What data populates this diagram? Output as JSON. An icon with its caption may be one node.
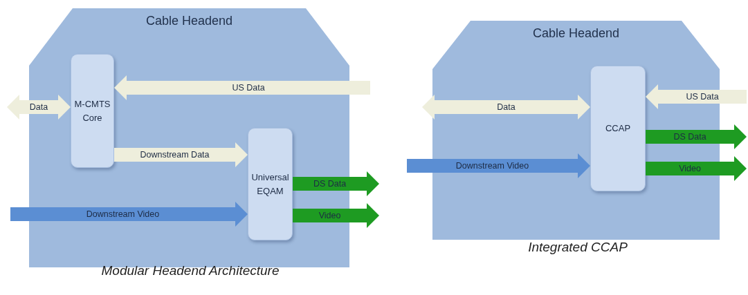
{
  "diagram": {
    "nodes": [
      {
        "text": [
          "Cable Headend"
        ],
        "beside": [
          "Modular Headend Architecture"
        ]
      },
      {
        "text": [
          "M-CMTS Core"
        ],
        "in": 0
      },
      {
        "text": [
          "Universal EQAM"
        ],
        "in": 0
      },
      {
        "text": [
          "Cable Headend"
        ],
        "beside": [
          "Integrated CCAP"
        ]
      },
      {
        "text": [
          "CCAP"
        ],
        "in": 3
      }
    ],
    "edges": [
      {
        "from": null,
        "to": 1,
        "arrow": "both",
        "label": "Data"
      },
      {
        "from": null,
        "to": 1,
        "arrow": "to",
        "label": "US Data"
      },
      {
        "from": 1,
        "to": 2,
        "arrow": "to",
        "label": "Downstream Data"
      },
      {
        "from": null,
        "to": 2,
        "arrow": "to",
        "label": "Downstream Video",
        "color": "#5b8ed3"
      },
      {
        "from": 2,
        "to": null,
        "arrow": "to",
        "label": "DS Data",
        "color": "#1e9b22"
      },
      {
        "from": 2,
        "to": null,
        "arrow": "to",
        "label": "Video",
        "color": "#1e9b22"
      },
      {
        "from": null,
        "to": 4,
        "arrow": "both",
        "label": "Data"
      },
      {
        "from": null,
        "to": 4,
        "arrow": "to",
        "label": "US Data"
      },
      {
        "from": null,
        "to": 4,
        "arrow": "to",
        "label": "Downstream Video",
        "color": "#5b8ed3"
      },
      {
        "from": 4,
        "to": null,
        "arrow": "to",
        "label": "DS Data",
        "color": "#1e9b22"
      },
      {
        "from": 4,
        "to": null,
        "arrow": "to",
        "label": "Video",
        "color": "#1e9b22"
      }
    ]
  }
}
